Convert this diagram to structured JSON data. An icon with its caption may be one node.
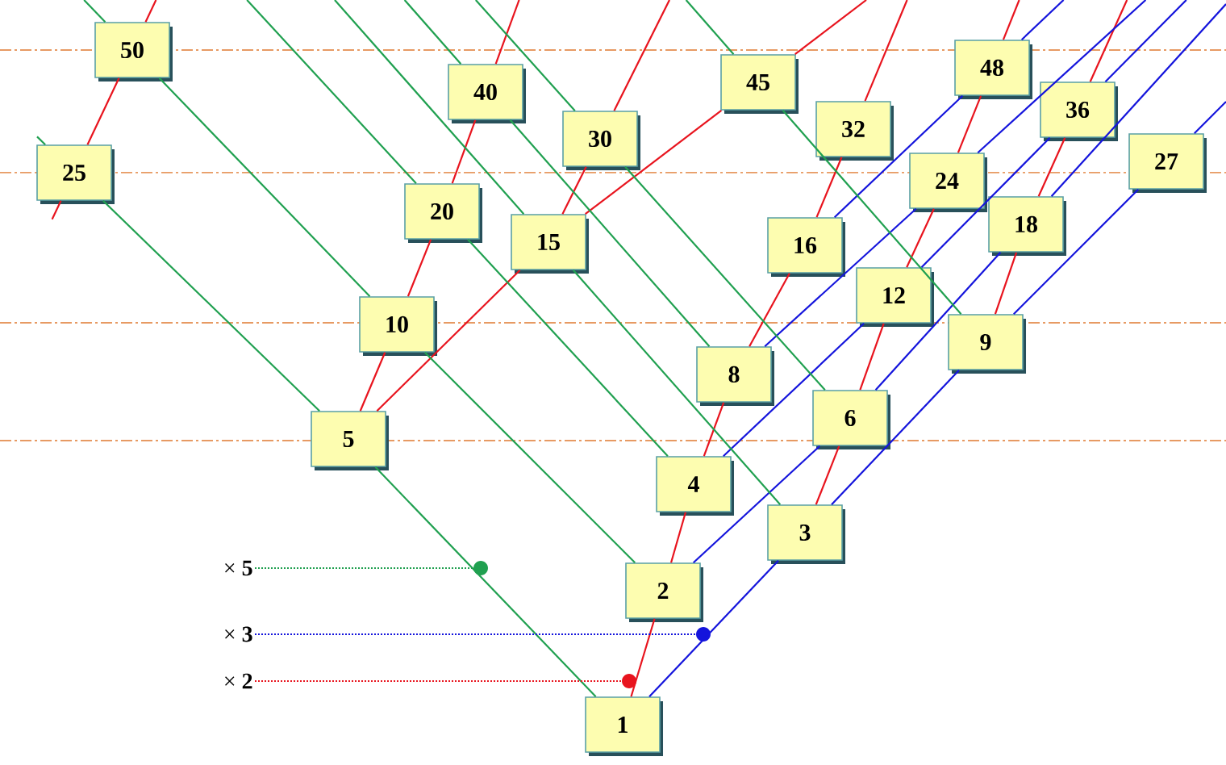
{
  "diagram": {
    "nodes": [
      {
        "text": [
          "50"
        ]
      },
      {
        "text": [
          "48"
        ]
      },
      {
        "text": [
          "45"
        ]
      },
      {
        "text": [
          "40"
        ]
      },
      {
        "text": [
          "36"
        ]
      },
      {
        "text": [
          "32"
        ]
      },
      {
        "text": [
          "30"
        ]
      },
      {
        "text": [
          "27"
        ]
      },
      {
        "text": [
          "25"
        ]
      },
      {
        "text": [
          "24"
        ]
      },
      {
        "text": [
          "20"
        ]
      },
      {
        "text": [
          "18"
        ]
      },
      {
        "text": [
          "16"
        ]
      },
      {
        "text": [
          "15"
        ]
      },
      {
        "text": [
          "12"
        ]
      },
      {
        "text": [
          "10"
        ]
      },
      {
        "text": [
          "9"
        ]
      },
      {
        "text": [
          "8"
        ]
      },
      {
        "text": [
          "6"
        ]
      },
      {
        "text": [
          "5"
        ]
      },
      {
        "text": [
          "4"
        ]
      },
      {
        "text": [
          "3"
        ]
      },
      {
        "text": [
          "2"
        ]
      },
      {
        "text": [
          "1"
        ]
      },
      {
        "text": [
          "× **5**"
        ]
      },
      {
        "text": [],
        "shape": "circle"
      },
      {
        "text": [
          "× **3**"
        ]
      },
      {
        "text": [],
        "shape": "circle"
      },
      {
        "text": [
          "× **2**"
        ]
      },
      {
        "text": [],
        "shape": "circle"
      }
    ],
    "edges": [
      {
        "from": 23,
        "to": 22,
        "arrow": "none",
        "color": "#e8141e"
      },
      {
        "from": 22,
        "to": 20,
        "arrow": "none",
        "color": "#e8141e"
      },
      {
        "from": 20,
        "to": 17,
        "arrow": "none",
        "color": "#e8141e"
      },
      {
        "from": 17,
        "to": 12,
        "arrow": "none",
        "color": "#e8141e"
      },
      {
        "from": 12,
        "to": 5,
        "arrow": "none",
        "color": "#e8141e"
      },
      {
        "from": 5,
        "to": null,
        "arrow": "none",
        "color": "#e8141e"
      },
      {
        "from": 21,
        "to": 18,
        "arrow": "none",
        "color": "#e8141e"
      },
      {
        "from": 18,
        "to": 14,
        "arrow": "none",
        "color": "#e8141e"
      },
      {
        "from": 14,
        "to": 9,
        "arrow": "none",
        "color": "#e8141e"
      },
      {
        "from": 9,
        "to": 1,
        "arrow": "none",
        "color": "#e8141e"
      },
      {
        "from": 1,
        "to": null,
        "arrow": "none",
        "color": "#e8141e"
      },
      {
        "from": 19,
        "to": 15,
        "arrow": "none",
        "color": "#e8141e"
      },
      {
        "from": 15,
        "to": 10,
        "arrow": "none",
        "color": "#e8141e"
      },
      {
        "from": 10,
        "to": 3,
        "arrow": "none",
        "color": "#e8141e"
      },
      {
        "from": 3,
        "to": null,
        "arrow": "none",
        "color": "#e8141e"
      },
      {
        "from": 16,
        "to": 11,
        "arrow": "none",
        "color": "#e8141e"
      },
      {
        "from": 11,
        "to": 4,
        "arrow": "none",
        "color": "#e8141e"
      },
      {
        "from": 4,
        "to": null,
        "arrow": "none",
        "color": "#e8141e"
      },
      {
        "from": 13,
        "to": 6,
        "arrow": "none",
        "color": "#e8141e"
      },
      {
        "from": 6,
        "to": null,
        "arrow": "none",
        "color": "#e8141e"
      },
      {
        "from": 8,
        "to": 0,
        "arrow": "none",
        "color": "#e8141e"
      },
      {
        "from": 0,
        "to": null,
        "arrow": "none",
        "color": "#e8141e"
      },
      {
        "from": 8,
        "to": null,
        "arrow": "none",
        "color": "#e8141e"
      },
      {
        "from": 19,
        "to": 13,
        "arrow": "none",
        "color": "#e8141e"
      },
      {
        "from": 13,
        "to": 2,
        "arrow": "none",
        "color": "#e8141e"
      },
      {
        "from": 2,
        "to": null,
        "arrow": "none",
        "color": "#e8141e"
      },
      {
        "from": 23,
        "to": 21,
        "arrow": "none",
        "color": "#1414dc"
      },
      {
        "from": 21,
        "to": 16,
        "arrow": "none",
        "color": "#1414dc"
      },
      {
        "from": 16,
        "to": 7,
        "arrow": "none",
        "color": "#1414dc"
      },
      {
        "from": 7,
        "to": null,
        "arrow": "none",
        "color": "#1414dc"
      },
      {
        "from": 22,
        "to": 18,
        "arrow": "none",
        "color": "#1414dc"
      },
      {
        "from": 18,
        "to": 11,
        "arrow": "none",
        "color": "#1414dc"
      },
      {
        "from": 11,
        "to": null,
        "arrow": "none",
        "color": "#1414dc"
      },
      {
        "from": 20,
        "to": 14,
        "arrow": "none",
        "color": "#1414dc"
      },
      {
        "from": 14,
        "to": 4,
        "arrow": "none",
        "color": "#1414dc"
      },
      {
        "from": 4,
        "to": null,
        "arrow": "none",
        "color": "#1414dc"
      },
      {
        "from": 17,
        "to": 9,
        "arrow": "none",
        "color": "#1414dc"
      },
      {
        "from": 9,
        "to": null,
        "arrow": "none",
        "color": "#1414dc"
      },
      {
        "from": 12,
        "to": 1,
        "arrow": "none",
        "color": "#1414dc"
      },
      {
        "from": 1,
        "to": null,
        "arrow": "none",
        "color": "#1414dc"
      },
      {
        "from": 23,
        "to": 19,
        "arrow": "none",
        "color": "#20a050"
      },
      {
        "from": 19,
        "to": 8,
        "arrow": "none",
        "color": "#20a050"
      },
      {
        "from": 8,
        "to": null,
        "arrow": "none",
        "color": "#20a050"
      },
      {
        "from": 22,
        "to": 15,
        "arrow": "none",
        "color": "#20a050"
      },
      {
        "from": 15,
        "to": 0,
        "arrow": "none",
        "color": "#20a050"
      },
      {
        "from": 0,
        "to": null,
        "arrow": "none",
        "color": "#20a050"
      },
      {
        "from": 21,
        "to": 13,
        "arrow": "none",
        "color": "#20a050"
      },
      {
        "from": 13,
        "to": null,
        "arrow": "none",
        "color": "#20a050"
      },
      {
        "from": 20,
        "to": 10,
        "arrow": "none",
        "color": "#20a050"
      },
      {
        "from": 10,
        "to": null,
        "arrow": "none",
        "color": "#20a050"
      },
      {
        "from": 18,
        "to": 6,
        "arrow": "none",
        "color": "#20a050"
      },
      {
        "from": 6,
        "to": null,
        "arrow": "none",
        "color": "#20a050"
      },
      {
        "from": 17,
        "to": 3,
        "arrow": "none",
        "color": "#20a050"
      },
      {
        "from": 3,
        "to": null,
        "arrow": "none",
        "color": "#20a050"
      },
      {
        "from": 16,
        "to": 2,
        "arrow": "none",
        "color": "#20a050"
      },
      {
        "from": 2,
        "to": null,
        "arrow": "none",
        "color": "#20a050"
      },
      {
        "from": 24,
        "to": 25,
        "arrow": "none",
        "style": "dashed",
        "color": "#20a050"
      },
      {
        "from": 26,
        "to": 27,
        "arrow": "none",
        "style": "dashed",
        "color": "#1414dc"
      },
      {
        "from": 28,
        "to": 29,
        "arrow": "none",
        "style": "dashed",
        "color": "#e8141e"
      }
    ]
  }
}
